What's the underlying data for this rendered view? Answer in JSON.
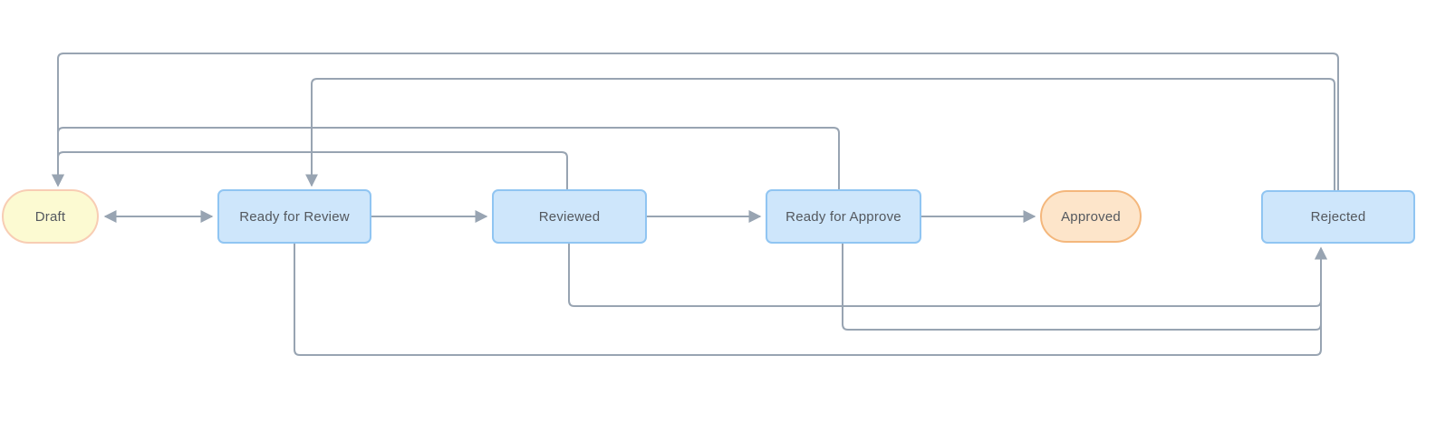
{
  "diagram": {
    "type": "workflow-state-diagram",
    "background_color": "#ffffff",
    "edge_color": "#98a4b2",
    "text_color": "#54585e",
    "nodes": [
      {
        "id": "draft",
        "label": "Draft",
        "shape": "pill",
        "fill": "#fcfad2",
        "border": "#f8cdb4"
      },
      {
        "id": "ready-for-review",
        "label": "Ready for Review",
        "shape": "rect",
        "fill": "#cee6fb",
        "border": "#90c5f2"
      },
      {
        "id": "reviewed",
        "label": "Reviewed",
        "shape": "rect",
        "fill": "#cee6fb",
        "border": "#90c5f2"
      },
      {
        "id": "ready-for-approve",
        "label": "Ready for Approve",
        "shape": "rect",
        "fill": "#cee6fb",
        "border": "#90c5f2"
      },
      {
        "id": "approved",
        "label": "Approved",
        "shape": "pill",
        "fill": "#fde5ca",
        "border": "#f4b77c"
      },
      {
        "id": "rejected",
        "label": "Rejected",
        "shape": "rect",
        "fill": "#cee6fb",
        "border": "#90c5f2"
      }
    ],
    "edges": [
      {
        "from": "draft",
        "to": "ready-for-review",
        "bidirectional": true
      },
      {
        "from": "ready-for-review",
        "to": "reviewed"
      },
      {
        "from": "reviewed",
        "to": "ready-for-approve"
      },
      {
        "from": "ready-for-approve",
        "to": "approved"
      },
      {
        "from": "reviewed",
        "to": "draft"
      },
      {
        "from": "ready-for-approve",
        "to": "draft"
      },
      {
        "from": "rejected",
        "to": "draft"
      },
      {
        "from": "rejected",
        "to": "ready-for-review"
      },
      {
        "from": "ready-for-review",
        "to": "rejected"
      },
      {
        "from": "reviewed",
        "to": "rejected"
      },
      {
        "from": "ready-for-approve",
        "to": "rejected"
      }
    ]
  }
}
